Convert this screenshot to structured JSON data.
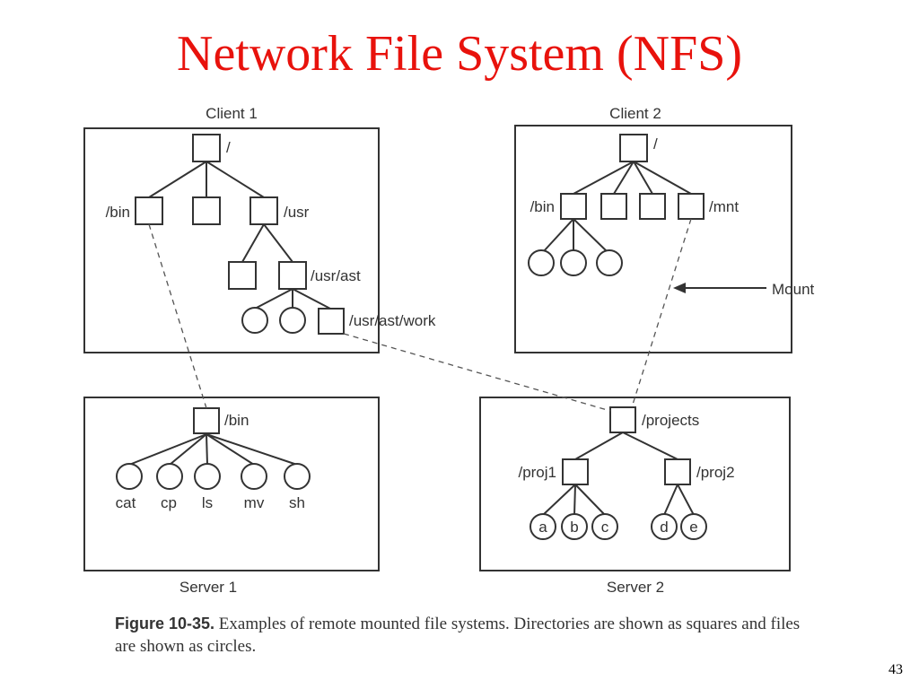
{
  "slide": {
    "title": "Network File System (NFS)",
    "page_number": "43"
  },
  "diagram": {
    "client1": {
      "label": "Client 1",
      "root": "/",
      "bin": "/bin",
      "usr": "/usr",
      "usr_ast": "/usr/ast",
      "usr_ast_work": "/usr/ast/work"
    },
    "client2": {
      "label": "Client 2",
      "root": "/",
      "bin": "/bin",
      "mnt": "/mnt"
    },
    "mount_label": "Mount",
    "server1": {
      "label": "Server 1",
      "bin": "/bin",
      "files": [
        "cat",
        "cp",
        "ls",
        "mv",
        "sh"
      ]
    },
    "server2": {
      "label": "Server 2",
      "projects": "/projects",
      "proj1": "/proj1",
      "proj2": "/proj2",
      "files": [
        "a",
        "b",
        "c",
        "d",
        "e"
      ]
    }
  },
  "caption": {
    "figure_label": "Figure 10-35.",
    "text": "Examples of remote mounted file systems. Directories are shown as squares and files are shown as circles."
  }
}
